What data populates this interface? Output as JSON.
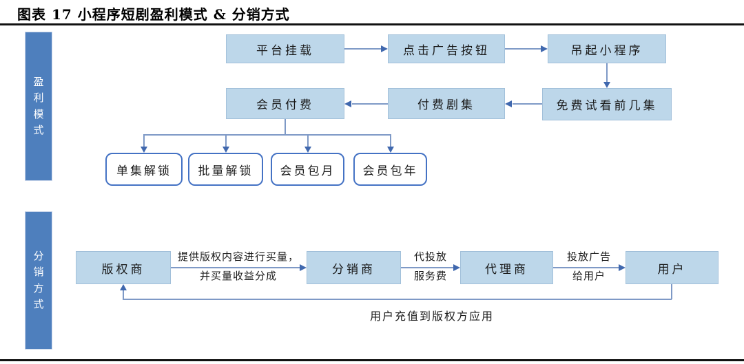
{
  "title": "图表 17 小程序短剧盈利模式 & 分销方式",
  "profit": {
    "sidebar_label": "盈利模式",
    "row1": [
      "平台挂载",
      "点击广告按钮",
      "吊起小程序"
    ],
    "row2": [
      "会员付费",
      "付费剧集",
      "免费试看前几集"
    ],
    "options": [
      "单集解锁",
      "批量解锁",
      "会员包月",
      "会员包年"
    ]
  },
  "distribution": {
    "sidebar_label": "分销方式",
    "nodes": [
      "版权商",
      "分销商",
      "代理商",
      "用户"
    ],
    "edge_labels": {
      "supply_line1": "提供版权内容进行买量，",
      "supply_line2": "并买量收益分成",
      "fee_line1": "代投放",
      "fee_line2": "服务费",
      "ad_line1": "投放广告",
      "ad_line2": "给用户",
      "recharge": "用户充值到版权方应用"
    }
  },
  "colors": {
    "sidebar_blue": "#4e7fbd",
    "node_fill": "#bdd7ea",
    "node_border": "#a2c0da",
    "option_border": "#4472c4",
    "connector_line": "#7e99c6",
    "arrowhead": "#4068ae",
    "rule_black": "#111111"
  }
}
